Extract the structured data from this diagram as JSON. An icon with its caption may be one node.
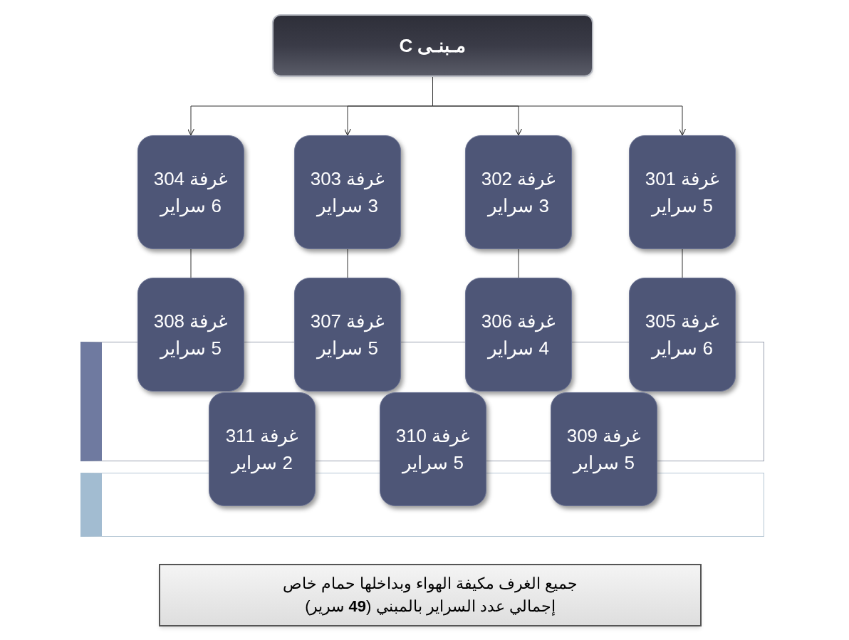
{
  "diagram": {
    "nodes": [
      {
        "text": [
          "مـبنـى C"
        ]
      },
      {
        "text": [
          "غرفة 301",
          "5 سراير"
        ]
      },
      {
        "text": [
          "غرفة 302",
          "3 سراير"
        ]
      },
      {
        "text": [
          "غرفة 303",
          "3 سراير"
        ]
      },
      {
        "text": [
          "غرفة 304",
          "6 سراير"
        ]
      },
      {
        "text": [
          "غرفة 305",
          "6 سراير"
        ]
      },
      {
        "text": [
          "غرفة 306",
          "4 سراير"
        ]
      },
      {
        "text": [
          "غرفة 307",
          "5 سراير"
        ]
      },
      {
        "text": [
          "غرفة 308",
          "5 سراير"
        ]
      },
      {
        "text": [
          "غرفة 309",
          "5 سراير"
        ]
      },
      {
        "text": [
          "غرفة 310",
          "5 سراير"
        ]
      },
      {
        "text": [
          "غرفة 311",
          "2 سراير"
        ]
      },
      {
        "text": [
          "جميع الغرف مكيفة الهواء وبداخلها حمام خاص",
          "إجمالي عدد السراير بالمبني (**49** سرير)"
        ]
      }
    ],
    "edges": [
      {
        "from": 0,
        "to": 1,
        "arrow": "to"
      },
      {
        "from": 0,
        "to": 2,
        "arrow": "to"
      },
      {
        "from": 0,
        "to": 3,
        "arrow": "to"
      },
      {
        "from": 0,
        "to": 4,
        "arrow": "to"
      },
      {
        "from": 1,
        "to": 5,
        "arrow": "none"
      },
      {
        "from": 2,
        "to": 6,
        "arrow": "none"
      },
      {
        "from": 3,
        "to": 7,
        "arrow": "none"
      },
      {
        "from": 4,
        "to": 8,
        "arrow": "none"
      }
    ]
  }
}
